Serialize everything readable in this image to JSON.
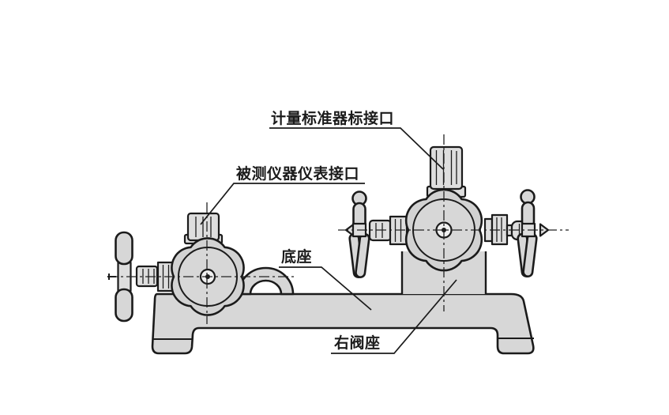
{
  "figure": {
    "title": "pressure-calibrator-valve-diagram",
    "labels": {
      "standard_port": "计量标准器标接口",
      "test_port": "被测仪器仪表接口",
      "base": "底座",
      "right_valve_seat": "右阀座"
    },
    "colors": {
      "bg": "#ffffff",
      "line": "#1b1b1b",
      "fill": "#d7d7d7",
      "fill2": "#d2d2d2",
      "detail": "#dedede"
    }
  }
}
